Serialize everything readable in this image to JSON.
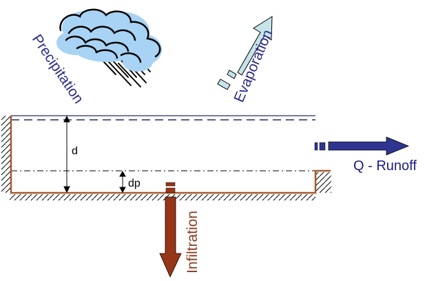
{
  "labels": {
    "precipitation": "Precipitation",
    "evaporation": "Evaporation",
    "runoff": "Q - Runoff",
    "infiltration": "Infiltration",
    "depth": "d",
    "depression_depth": "dp"
  },
  "colors": {
    "precip_text": "#2c2c8c",
    "evap_text": "#2c2c8c",
    "runoff_text": "#1c1c7c",
    "infiltration_text": "#8a3a1c",
    "cloud_fill": "#a8d3f4",
    "evap_arrow_fill": "#c6e4e9",
    "runoff_arrow_fill": "#2e3590",
    "infiltration_arrow_fill": "#973617",
    "basin_line": "#a85a2c",
    "water_line": "#1f2a6a"
  },
  "icons": {
    "cloud": "rain-cloud-icon"
  }
}
